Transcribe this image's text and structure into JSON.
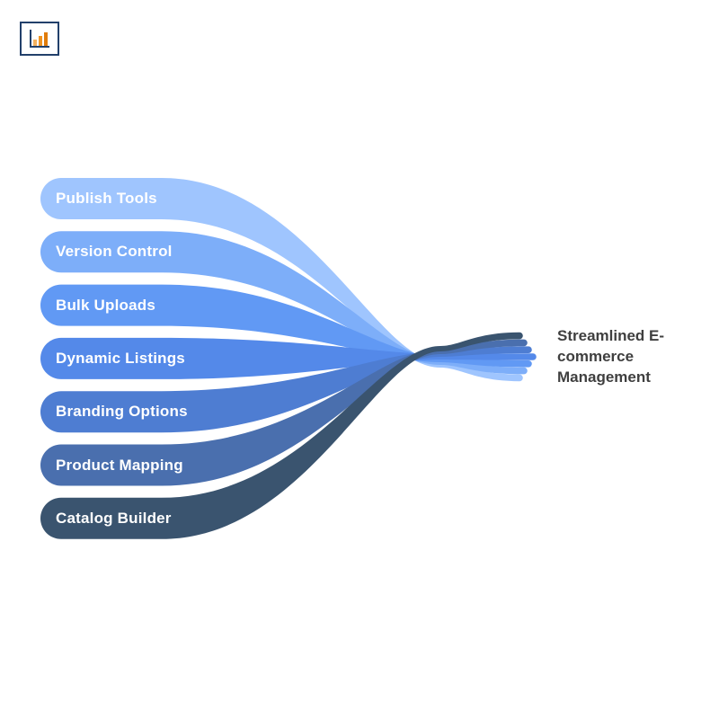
{
  "logo": {
    "name": "bar-chart-logo"
  },
  "diagram": {
    "items": [
      {
        "label": "Publish Tools",
        "color": "#9fc5fe"
      },
      {
        "label": "Version Control",
        "color": "#7daef9"
      },
      {
        "label": "Bulk Uploads",
        "color": "#6199f4"
      },
      {
        "label": "Dynamic Listings",
        "color": "#5489e9"
      },
      {
        "label": "Branding Options",
        "color": "#4e7dd2"
      },
      {
        "label": "Product Mapping",
        "color": "#4a6fae"
      },
      {
        "label": "Catalog Builder",
        "color": "#3a546f"
      }
    ],
    "result_label": "Streamlined E-commerce Management",
    "label_color": "#ffffff",
    "result_text_color": "#3f3f3f",
    "background_color": "#ffffff"
  }
}
